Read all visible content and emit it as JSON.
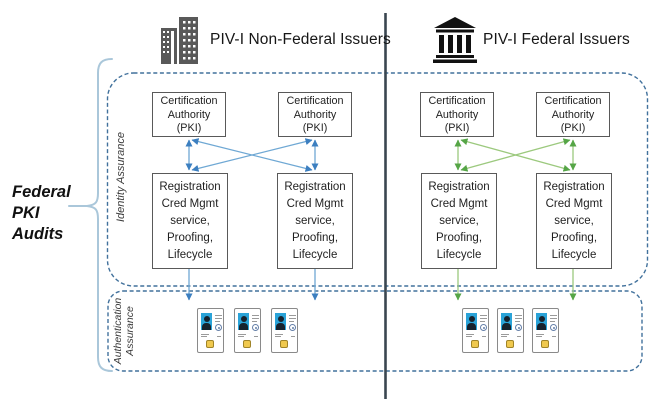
{
  "header": {
    "non_federal": {
      "label": "PIV-I Non-Federal Issuers",
      "icon": "office-buildings-icon"
    },
    "federal": {
      "label": "PIV-I Federal Issuers",
      "icon": "bank-icon"
    }
  },
  "side_annotation": {
    "label": "Federal\nPKI\nAudits"
  },
  "zones": {
    "identity": {
      "label": "Identity Assurance"
    },
    "authentication": {
      "label": "Authentication\nAssurance"
    }
  },
  "boxes": {
    "certification_authority": "Certification\nAuthority\n(PKI)",
    "registration": "Registration\nCred Mgmt\nservice,\nProofing,\nLifecycle"
  },
  "cards": {
    "left_count": 3,
    "right_count": 3,
    "kind": "piv-credential-card"
  },
  "colors": {
    "non_federal_arrows": "#6fa8d4",
    "non_federal_arrowheads": "#3c7fc0",
    "federal_arrows": "#9cc97e",
    "federal_arrowheads": "#55a546",
    "zone_border": "#41719c",
    "box_border": "#595959",
    "brace": "#aac7da",
    "divider": "#3a4650",
    "building_icon": "#595959",
    "bank_icon": "#111111"
  }
}
